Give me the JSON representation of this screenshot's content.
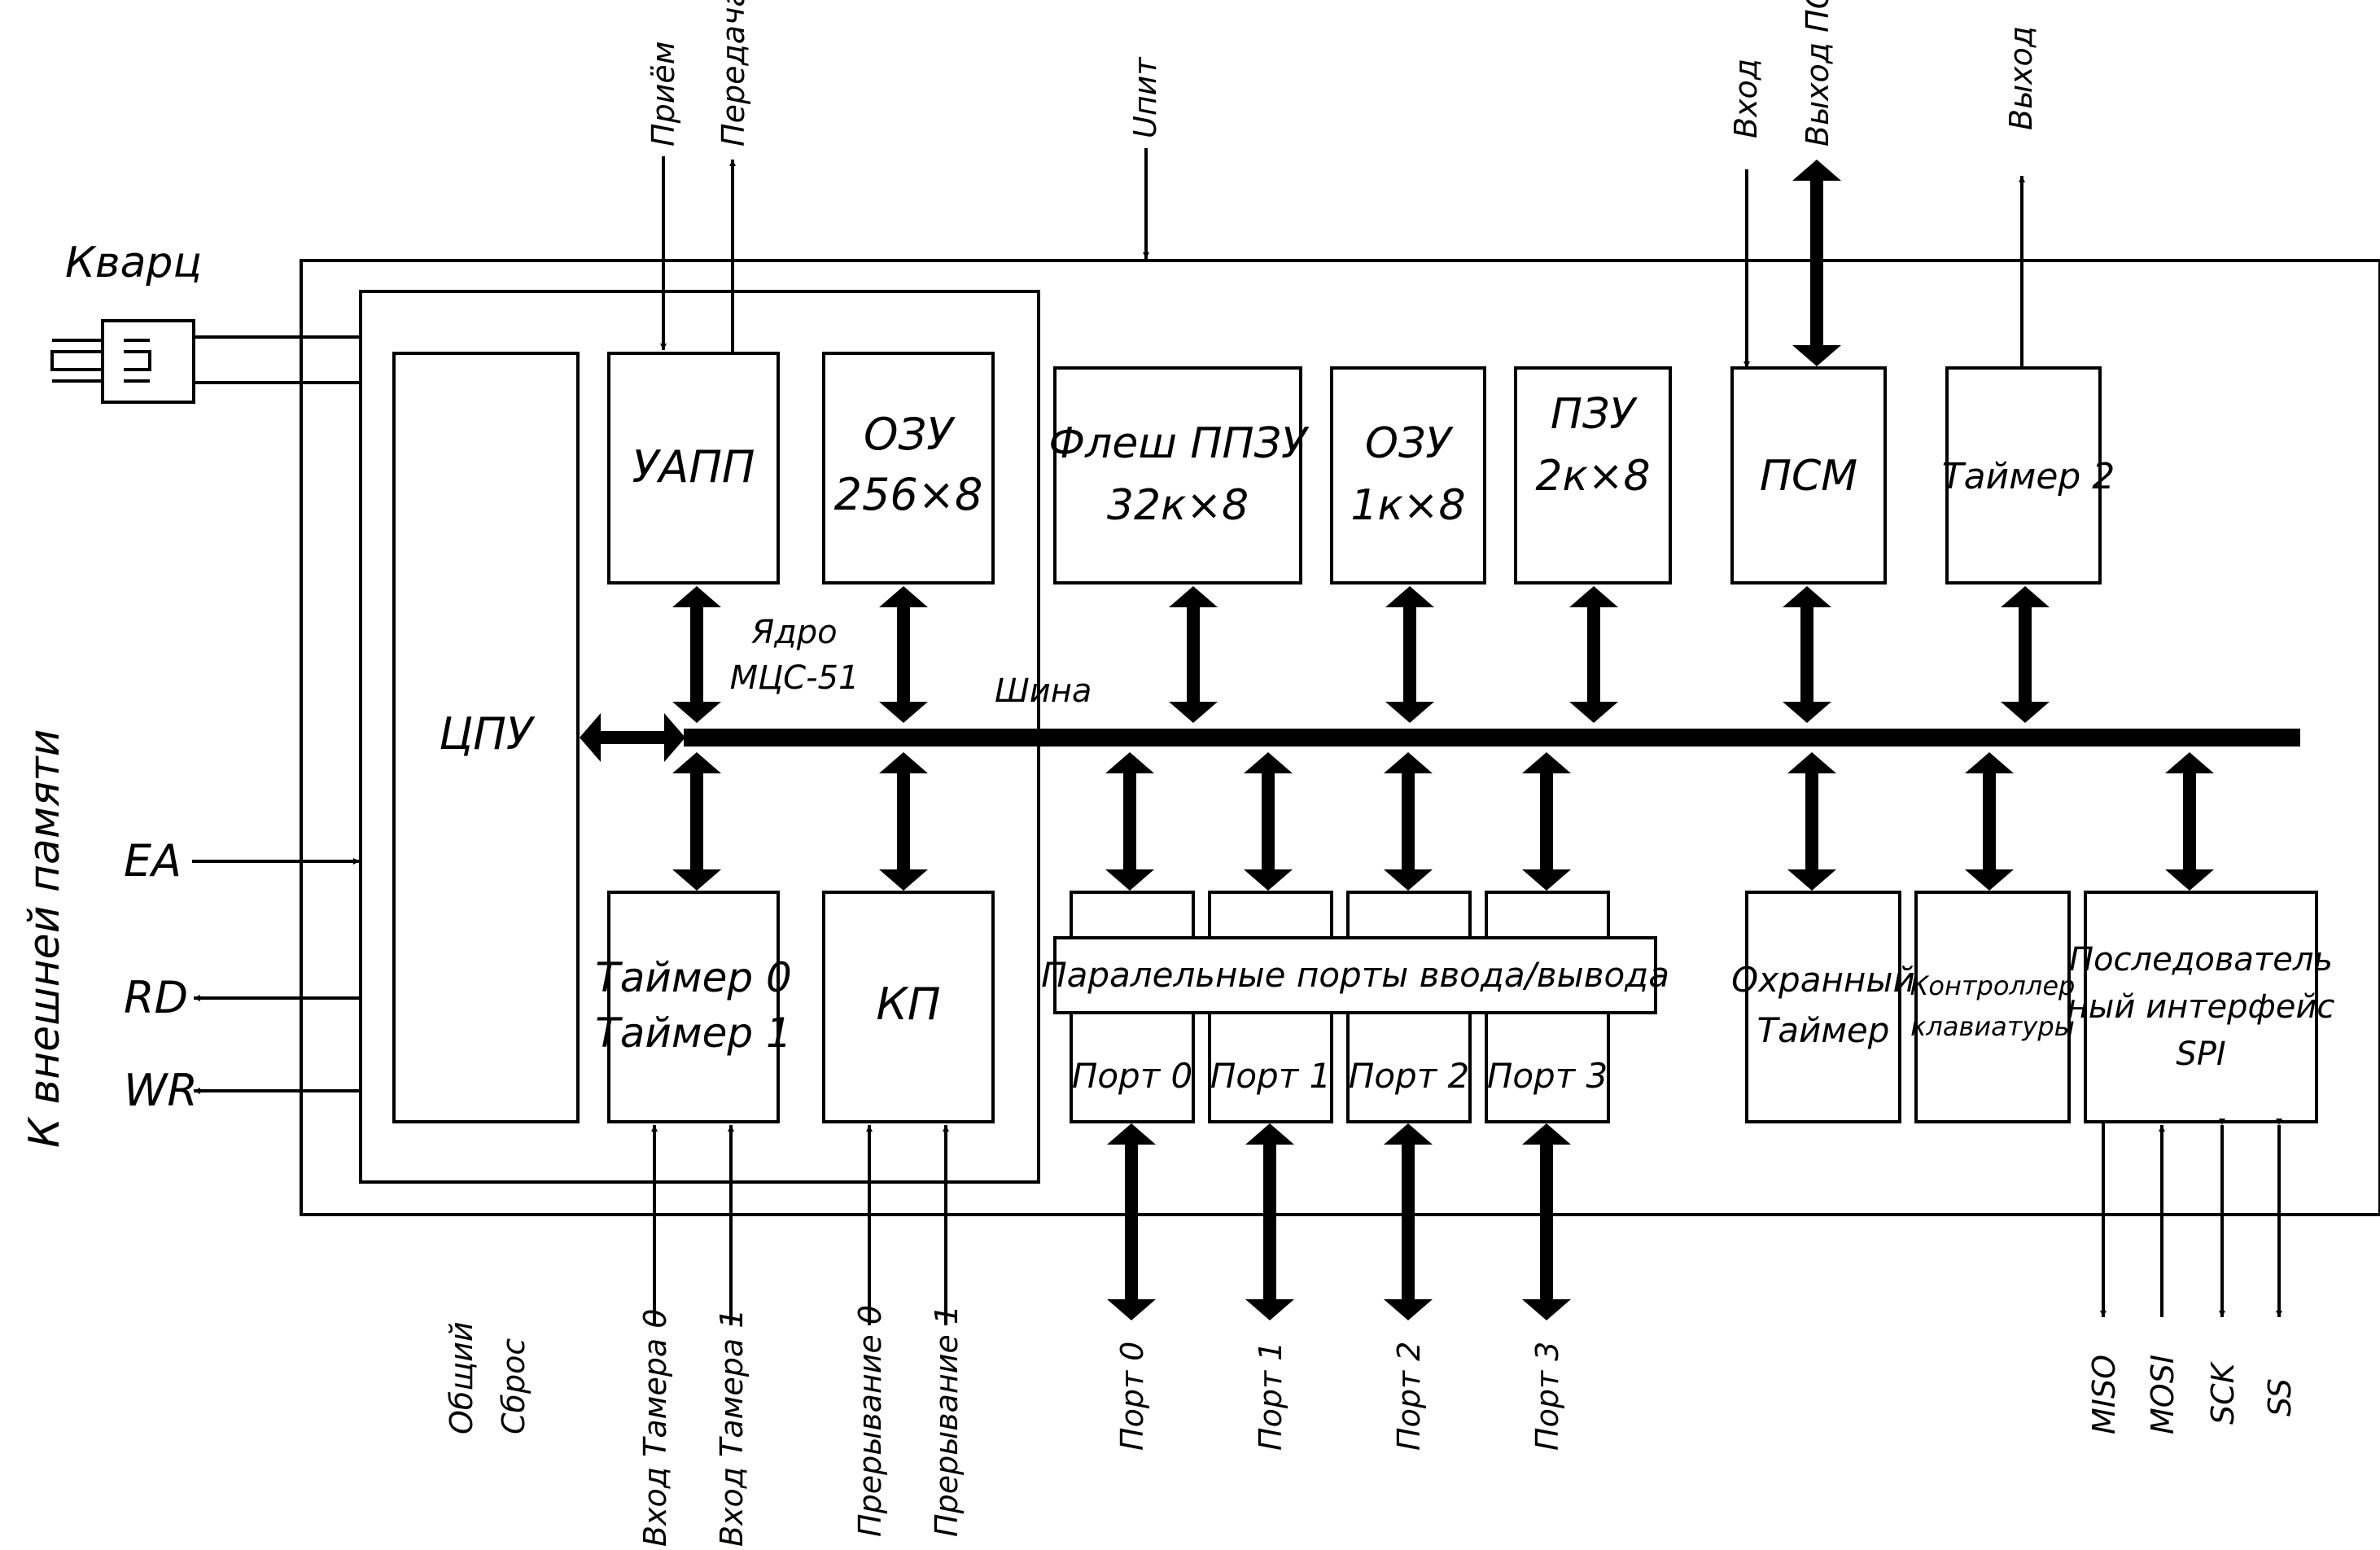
{
  "labels": {
    "side_memory": "К внешней памяти",
    "quartz": "Кварц",
    "rx": "Приём",
    "tx": "Передача",
    "upit": "Uпит",
    "pwm_in": "Вход",
    "pwm_out": "Выход ПСМ",
    "timer2_out": "Выход",
    "ea": "EA",
    "rd": "RD",
    "wr": "WR",
    "core_line1": "Ядро",
    "core_line2": "МЦС-51",
    "bus": "Шина"
  },
  "blocks": {
    "cpu": "ЦПУ",
    "uart": "УАПП",
    "ram_core_1": "ОЗУ",
    "ram_core_2": "256×8",
    "flash_1": "Флеш ППЗУ",
    "flash_2": "32к×8",
    "ram_ext_1": "ОЗУ",
    "ram_ext_2": "1к×8",
    "rom_1": "ПЗУ",
    "rom_2": "2к×8",
    "pwm": "ПСМ",
    "timer2": "Таймер 2",
    "timers_1": "Таймер 0",
    "timers_2": "Таймер 1",
    "ic": "КП",
    "ports_bar": "Паралельные порты ввода/вывода",
    "port0": "Порт 0",
    "port1": "Порт 1",
    "port2": "Порт 2",
    "port3": "Порт 3",
    "watchdog_1": "Охранный",
    "watchdog_2": "Таймер",
    "keyboard_1": "Контроллер",
    "keyboard_2": "клавиатуры",
    "spi_1": "Последователь",
    "spi_2": "ный интерфейс",
    "spi_3": "SPI"
  },
  "bottom": {
    "reset_1": "Общий",
    "reset_2": "Сброс",
    "timer_in0": "Вход Тамера 0",
    "timer_in1": "Вход Тамера 1",
    "int0": "Прерывание 0",
    "int1": "Прерывание 1",
    "port0": "Порт 0",
    "port1": "Порт 1",
    "port2": "Порт 2",
    "port3": "Порт 3",
    "miso": "MISO",
    "mosi": "MOSI",
    "sck": "SCK",
    "ss": "SS"
  }
}
